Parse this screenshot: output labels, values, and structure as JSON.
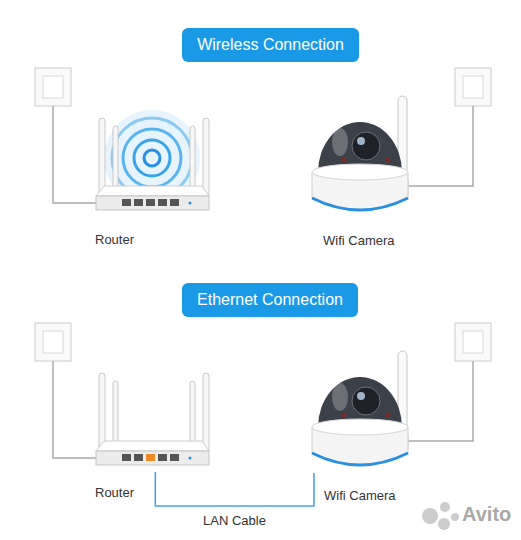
{
  "diagram": {
    "nodes": [
      {
        "text": [
          "Wireless Connection"
        ]
      },
      {
        "text": [
          "Router"
        ]
      },
      {
        "text": [
          "Wifi Camera"
        ]
      },
      {
        "text": [
          "Ethernet Connection"
        ]
      },
      {
        "text": [
          "Router"
        ]
      },
      {
        "text": [
          "Wifi Camera"
        ]
      }
    ],
    "edges": [
      {
        "from": 4,
        "to": 5,
        "arrow": "none",
        "label": "LAN Cable"
      }
    ],
    "labels": [
      "Avito"
    ]
  }
}
